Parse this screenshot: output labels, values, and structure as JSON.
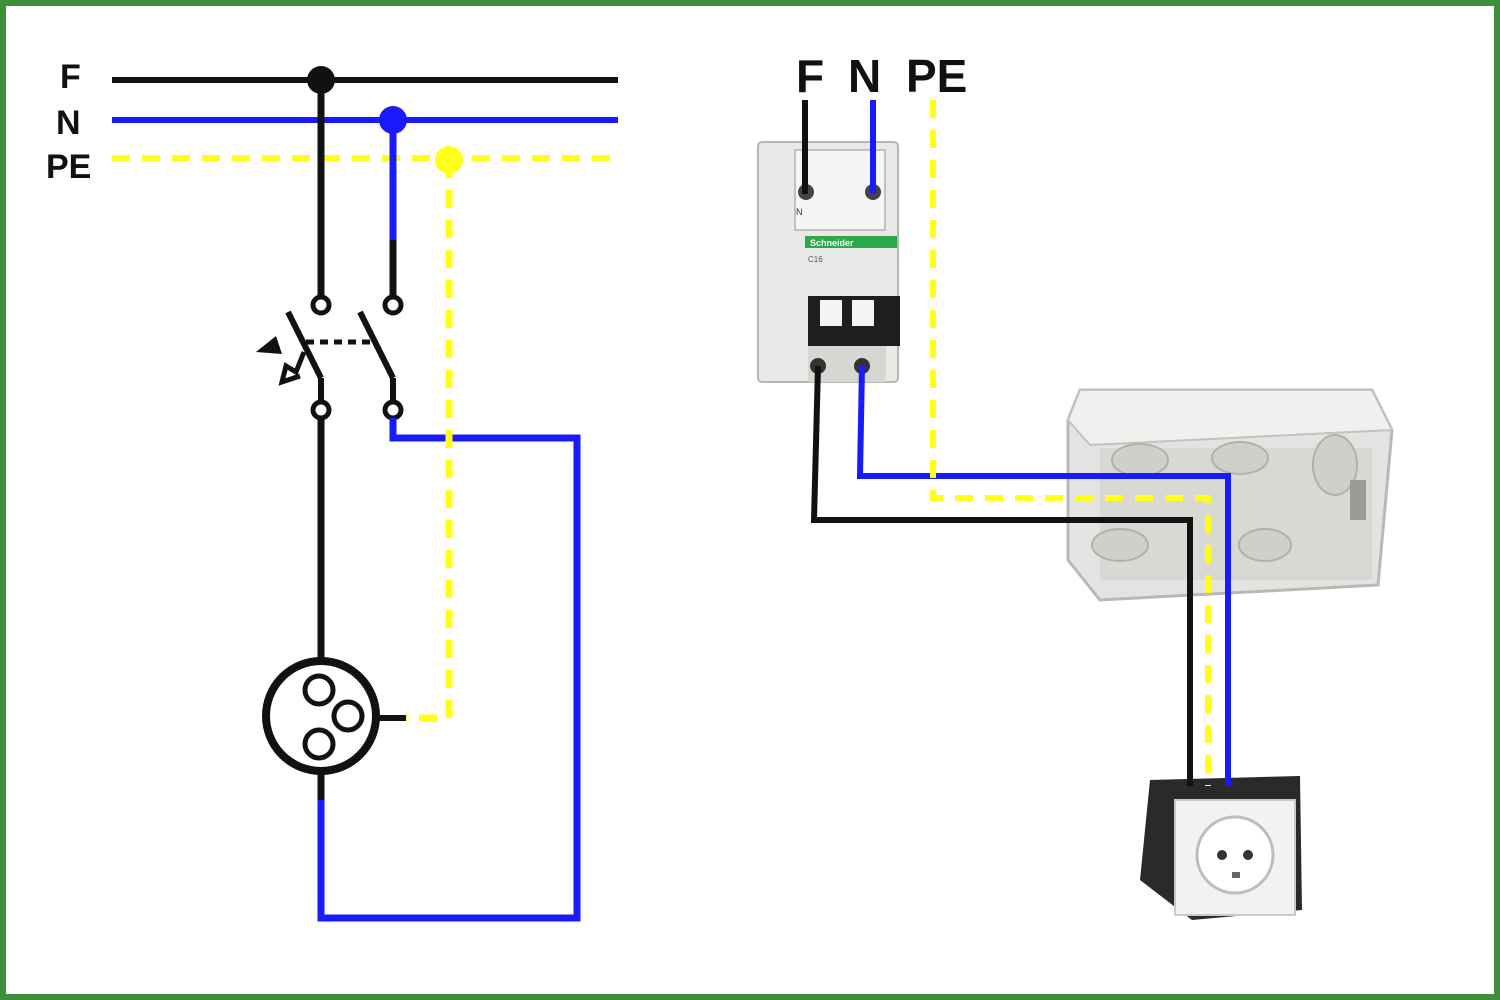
{
  "colors": {
    "phase": "#111111",
    "neutral": "#1a1aff",
    "earth": "#ffff1a",
    "frame": "#3f8f3a",
    "breaker_brand": "#2aa84a"
  },
  "schematic": {
    "labels": {
      "phase": "F",
      "neutral": "N",
      "earth": "PE"
    },
    "breaker_symbol": "two-pole-circuit-breaker",
    "socket_symbol": "earthed-socket-outlet"
  },
  "wiring": {
    "labels": {
      "phase": "F",
      "neutral": "N",
      "earth": "PE"
    },
    "breaker": {
      "brand_text": "Schneider",
      "terminal_mark": "N",
      "rating_text": "C16"
    },
    "junction_box": "flush-mount-box",
    "socket": "schuko-socket"
  }
}
